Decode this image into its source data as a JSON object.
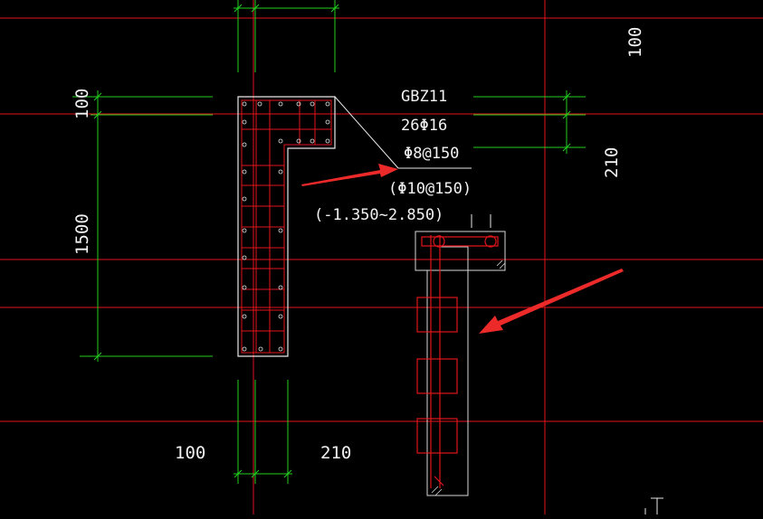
{
  "colors": {
    "background": "#000000",
    "axis_line": "#e0151b",
    "dimension_line": "#22d01e",
    "outline": "#e8e8e8",
    "rebar": "#e0151b",
    "annotation_text": "#f2f2f2",
    "arrow": "#ec2a2a"
  },
  "component": {
    "name": "GBZ11",
    "longitudinal_rebar": "26Φ16",
    "stirrup": "Φ8@150",
    "stirrup_alt": "(Φ10@150)",
    "elevation_range": "(-1.350~2.850)"
  },
  "dimensions": {
    "left_vertical_top": "100",
    "left_vertical_main": "1500",
    "right_vertical_top": "100",
    "right_vertical_mid": "210",
    "bottom_left": "100",
    "bottom_right": "210"
  },
  "arrows": [
    {
      "name": "arrow-to-stirrup-annotation",
      "icon": "red-arrow-icon"
    },
    {
      "name": "arrow-to-stirrup-detail",
      "icon": "red-arrow-icon"
    }
  ]
}
